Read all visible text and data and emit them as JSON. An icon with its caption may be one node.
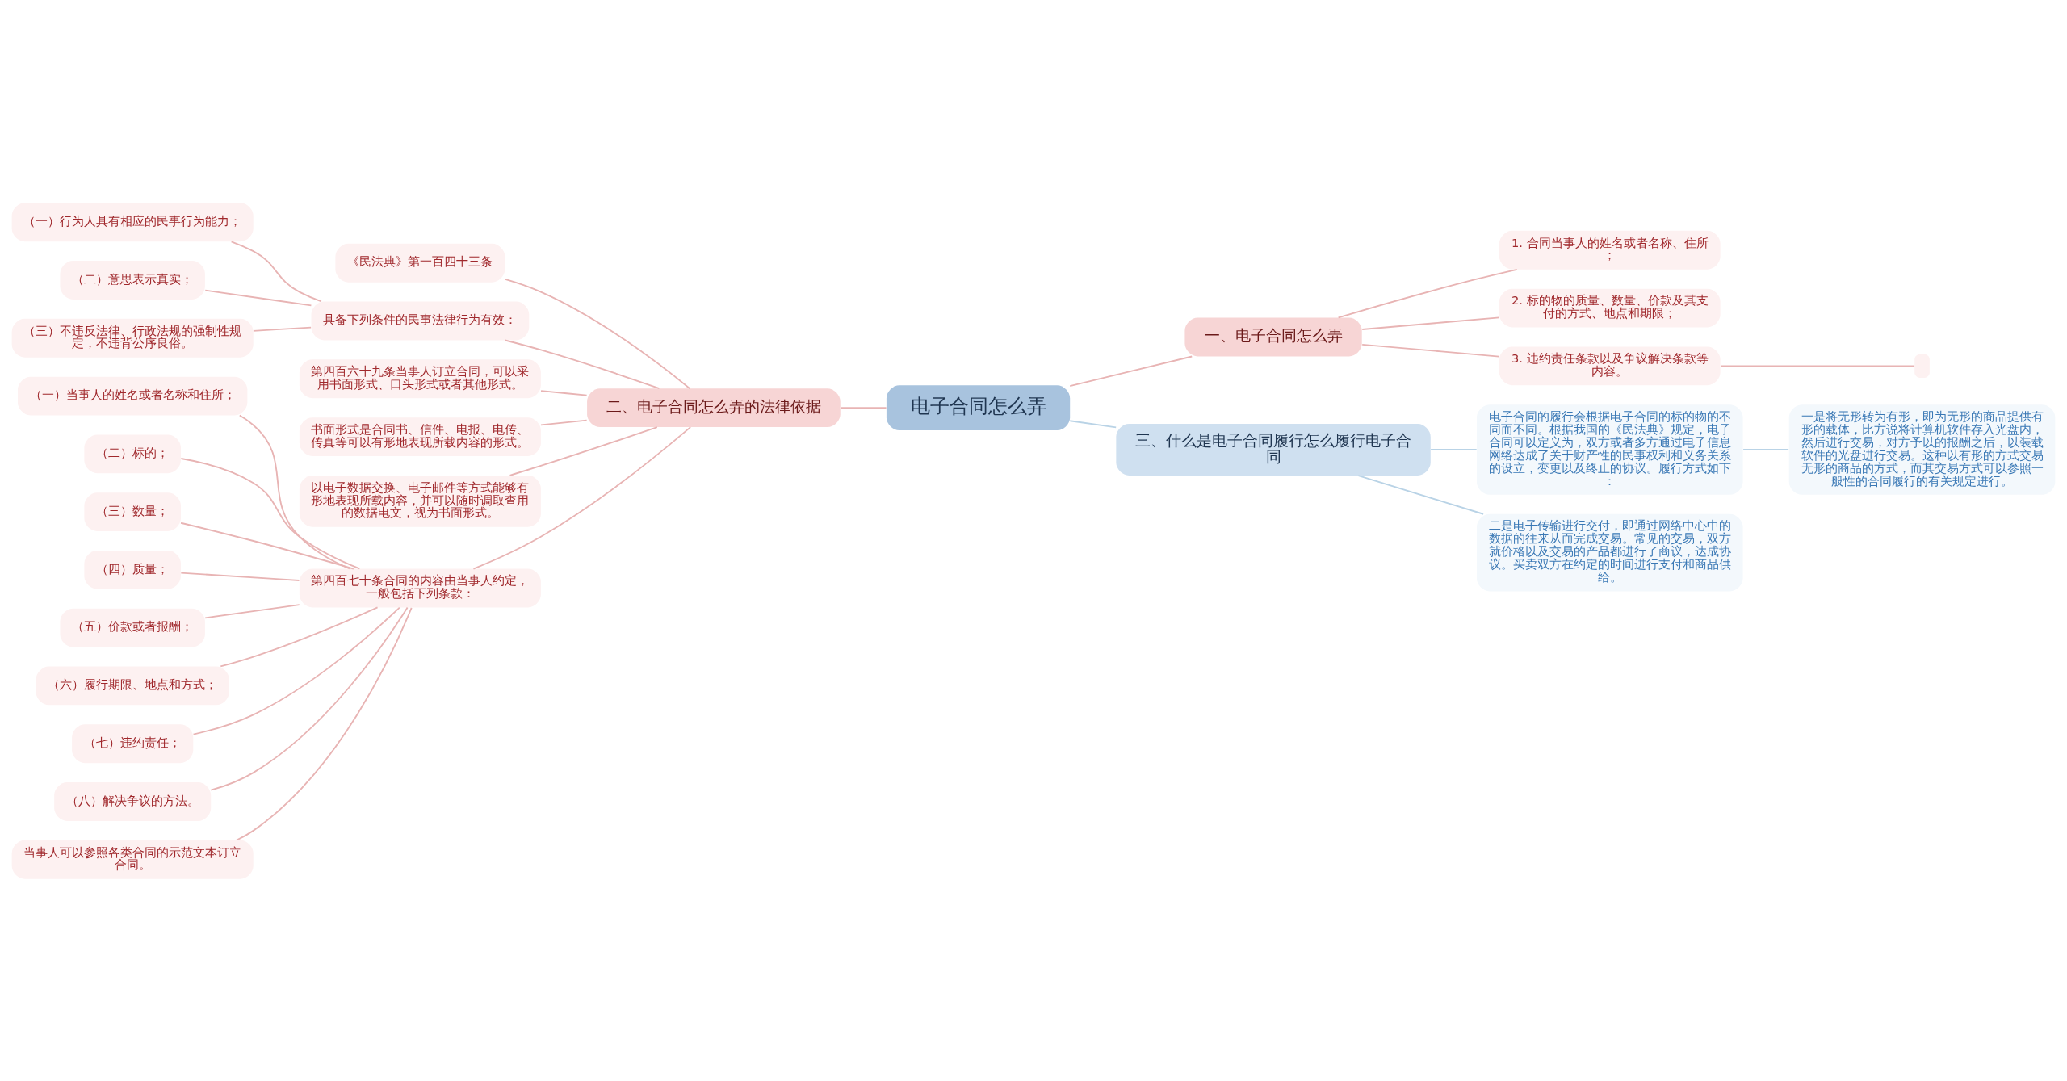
{
  "diagram": {
    "nodes": [
      {
        "text": [
          "电子合同怎么弄"
        ]
      },
      {
        "text": [
          "一、电子合同怎么弄"
        ]
      },
      {
        "text": [
          "1. 合同当事人的姓名或者名称、住所；"
        ]
      },
      {
        "text": [
          "2. 标的物的质量、数量、价款及其支付的方式、地点和期限；"
        ]
      },
      {
        "text": [
          "3. 违约责任条款以及争议解决条款等内容。"
        ]
      },
      {
        "text": [],
        "shape": "box"
      },
      {
        "text": [
          "三、什么是电子合同履行怎么履行电子合同"
        ]
      },
      {
        "text": [
          "电子合同的履行会根据电子合同的标的物的不同而不同。根据我国的《民法典》规定，电子合同可以定义为，双方或者多方通过电子信息网络达成了关于财产性的民事权利和义务关系的设立，变更以及终止的协议。履行方式如下："
        ]
      },
      {
        "text": [
          "一是将无形转为有形，即为无形的商品提供有形的载体，比方说将计算机软件存入光盘内，然后进行交易，对方予以的报酬之后，以装载软件的光盘进行交易。这种以有形的方式交易无形的商品的方式，而其交易方式可以参照一般性的合同履行的有关规定进行。"
        ]
      },
      {
        "text": [
          "二是电子传输进行交付，即通过网络中心中的数据的往来从而完成交易。常见的交易，双方就价格以及交易的产品都进行了商议，达成协议。买卖双方在约定的时间进行支付和商品供给。"
        ]
      },
      {
        "text": [
          "二、电子合同怎么弄的法律依据"
        ]
      },
      {
        "text": [
          "《民法典》第一百四十三条"
        ]
      },
      {
        "text": [
          "具备下列条件的民事法律行为有效："
        ]
      },
      {
        "text": [
          "（一）行为人具有相应的民事行为能力；"
        ]
      },
      {
        "text": [
          "（二）意思表示真实；"
        ]
      },
      {
        "text": [
          "（三）不违反法律、行政法规的强制性规定，不违背公序良俗。"
        ]
      },
      {
        "text": [
          "第四百六十九条当事人订立合同，可以采用书面形式、口头形式或者其他形式。"
        ]
      },
      {
        "text": [
          "书面形式是合同书、信件、电报、电传、传真等可以有形地表现所载内容的形式。"
        ]
      },
      {
        "text": [
          "以电子数据交换、电子邮件等方式能够有形地表现所载内容，并可以随时调取查用的数据电文，视为书面形式。"
        ]
      },
      {
        "text": [
          "第四百七十条合同的内容由当事人约定，一般包括下列条款："
        ]
      },
      {
        "text": [
          "（一）当事人的姓名或者名称和住所；"
        ]
      },
      {
        "text": [
          "（二）标的；"
        ]
      },
      {
        "text": [
          "（三）数量；"
        ]
      },
      {
        "text": [
          "（四）质量；"
        ]
      },
      {
        "text": [
          "（五）价款或者报酬；"
        ]
      },
      {
        "text": [
          "（六）履行期限、地点和方式；"
        ]
      },
      {
        "text": [
          "（七）违约责任；"
        ]
      },
      {
        "text": [
          "（八）解决争议的方法。"
        ]
      },
      {
        "text": [
          "当事人可以参照各类合同的示范文本订立合同。"
        ]
      }
    ],
    "edges": [
      {
        "from": 0,
        "to": 1,
        "arrow": "none"
      },
      {
        "from": 1,
        "to": 2,
        "arrow": "none"
      },
      {
        "from": 1,
        "to": 3,
        "arrow": "none"
      },
      {
        "from": 1,
        "to": 4,
        "arrow": "none"
      },
      {
        "from": 4,
        "to": 5,
        "arrow": "none"
      },
      {
        "from": 0,
        "to": 6,
        "arrow": "none",
        "color": "#b9d3e6"
      },
      {
        "from": 6,
        "to": 7,
        "arrow": "none",
        "color": "#b9d3e6"
      },
      {
        "from": 7,
        "to": 8,
        "arrow": "none",
        "color": "#b9d3e6"
      },
      {
        "from": 6,
        "to": 9,
        "arrow": "none",
        "color": "#b9d3e6"
      },
      {
        "from": 0,
        "to": 10,
        "arrow": "none"
      },
      {
        "from": 10,
        "to": 11,
        "arrow": "none"
      },
      {
        "from": 10,
        "to": 12,
        "arrow": "none"
      },
      {
        "from": 12,
        "to": 13,
        "arrow": "none"
      },
      {
        "from": 12,
        "to": 14,
        "arrow": "none"
      },
      {
        "from": 12,
        "to": 15,
        "arrow": "none"
      },
      {
        "from": 10,
        "to": 16,
        "arrow": "none"
      },
      {
        "from": 10,
        "to": 17,
        "arrow": "none"
      },
      {
        "from": 10,
        "to": 18,
        "arrow": "none"
      },
      {
        "from": 10,
        "to": 19,
        "arrow": "none"
      },
      {
        "from": 19,
        "to": 20,
        "arrow": "none"
      },
      {
        "from": 19,
        "to": 21,
        "arrow": "none"
      },
      {
        "from": 19,
        "to": 22,
        "arrow": "none"
      },
      {
        "from": 19,
        "to": 23,
        "arrow": "none"
      },
      {
        "from": 19,
        "to": 24,
        "arrow": "none"
      },
      {
        "from": 19,
        "to": 25,
        "arrow": "none"
      },
      {
        "from": 19,
        "to": 26,
        "arrow": "none"
      },
      {
        "from": 19,
        "to": 27,
        "arrow": "none"
      },
      {
        "from": 19,
        "to": 28,
        "arrow": "none"
      }
    ]
  }
}
